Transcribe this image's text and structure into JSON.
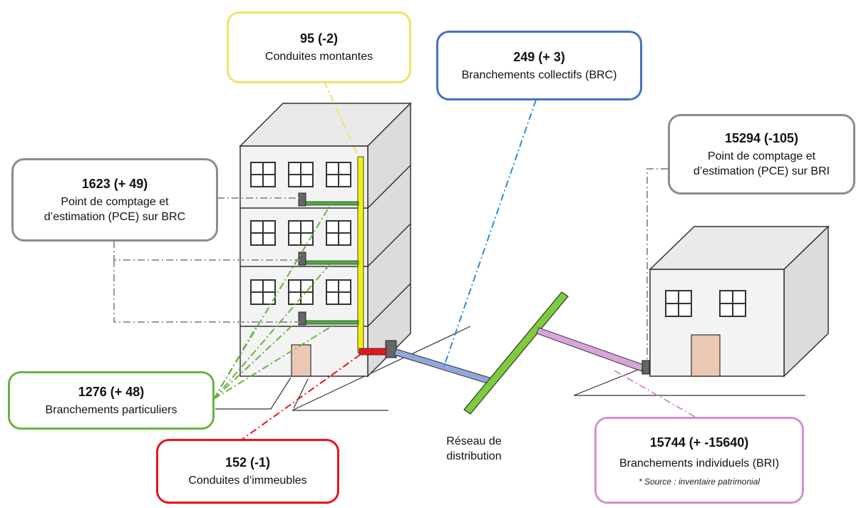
{
  "colors": {
    "yellow": "#f4df6a",
    "blue": "#4472c4",
    "grey": "#8c8c8c",
    "green": "#6ab344",
    "red": "#e8141b",
    "pink": "#d48fd6",
    "pipe_yellow": "#f2f20a",
    "pipe_green": "#4caf3a",
    "pipe_blue": "#8fa8d9",
    "pipe_pink": "#d8a4da",
    "main_pipe": "#7ccc3c",
    "door": "#ecc9b4",
    "building_wall": "#f1f1f1"
  },
  "boxes": {
    "conduites_montantes": {
      "value": "95 (-2)",
      "label": "Conduites montantes"
    },
    "branchements_collectifs": {
      "value": "249 (+ 3)",
      "label": "Branchements collectifs (BRC)"
    },
    "pce_brc": {
      "value": "1623 (+ 49)",
      "label_line1": "Point de comptage et",
      "label_line2": "d’estimation (PCE) sur BRC"
    },
    "pce_bri": {
      "value": "15294 (-105)",
      "label_line1": "Point de comptage et",
      "label_line2": "d’estimation (PCE) sur BRI"
    },
    "branchements_particuliers": {
      "value": "1276 (+ 48)",
      "label": "Branchements particuliers"
    },
    "conduites_immeubles": {
      "value": "152 (-1)",
      "label": "Conduites d’immeubles"
    },
    "branchements_individuels": {
      "value": "15744 (+ -15640)",
      "label": "Branchements individuels (BRI)",
      "source": "* Source : inventaire patrimonial"
    }
  },
  "reseau": {
    "line1": "Réseau de",
    "line2": "distribution"
  }
}
